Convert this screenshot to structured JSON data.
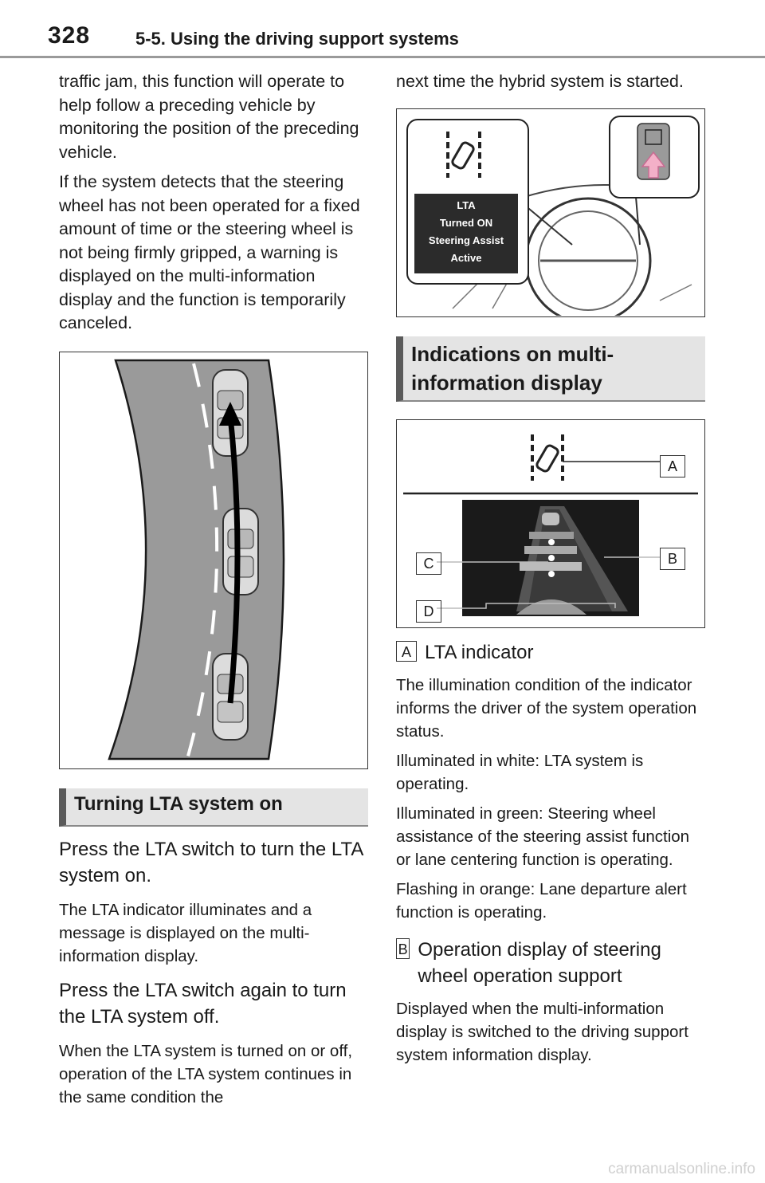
{
  "header": {
    "page_number": "328",
    "section_title": "5-5. Using the driving support systems"
  },
  "left": {
    "intro_text": "traffic jam, this function will operate to help follow a preceding vehicle by monitoring the position of the preceding vehicle.",
    "warning_text": "If the system detects that the steering wheel has not been operated for a fixed amount of time or the steering wheel is not being firmly gripped, a warning is displayed on the multi-information display and the function is temporarily canceled.",
    "heading_turning_on": "Turning LTA system on",
    "press_on_text": "Press the LTA switch to turn the LTA system on.",
    "indicator_note": "The LTA indicator illuminates and a message is displayed on the multi-information display.",
    "press_off_text": "Press the LTA switch again to turn the LTA system off.",
    "off_note": "When the LTA system is turned on or off, operation of the LTA system continues in the same condition the"
  },
  "right": {
    "continued_text": "next time the hybrid system is started.",
    "display_message": [
      "LTA",
      "Turned ON",
      "Steering Assist",
      "Active"
    ],
    "heading_indications": "Indications on multi-information display",
    "callouts": [
      "A",
      "B",
      "C",
      "D"
    ],
    "item_a_title": "LTA indicator",
    "item_a_desc": "The illumination condition of the indicator informs the driver of the system operation status.",
    "item_a_white": "Illuminated in white: LTA system is operating.",
    "item_a_green": "Illuminated in green: Steering wheel assistance of the steering assist function or lane centering function is operating.",
    "item_a_orange": "Flashing in orange: Lane departure alert function is operating.",
    "item_b_title": "Operation display of steering wheel operation support",
    "item_b_desc": "Displayed when the multi-information display is switched to the driving support system information display."
  },
  "watermark": "carmanualsonline.info",
  "icons": [
    "lta-lane-icon",
    "steering-wheel-switch-icon",
    "car-icon",
    "arrow-up-icon"
  ],
  "colors": {
    "pink_arrow": "#f3b0c8",
    "heading_bg": "#e4e4e4",
    "display_bg": "#2b2b2b"
  }
}
